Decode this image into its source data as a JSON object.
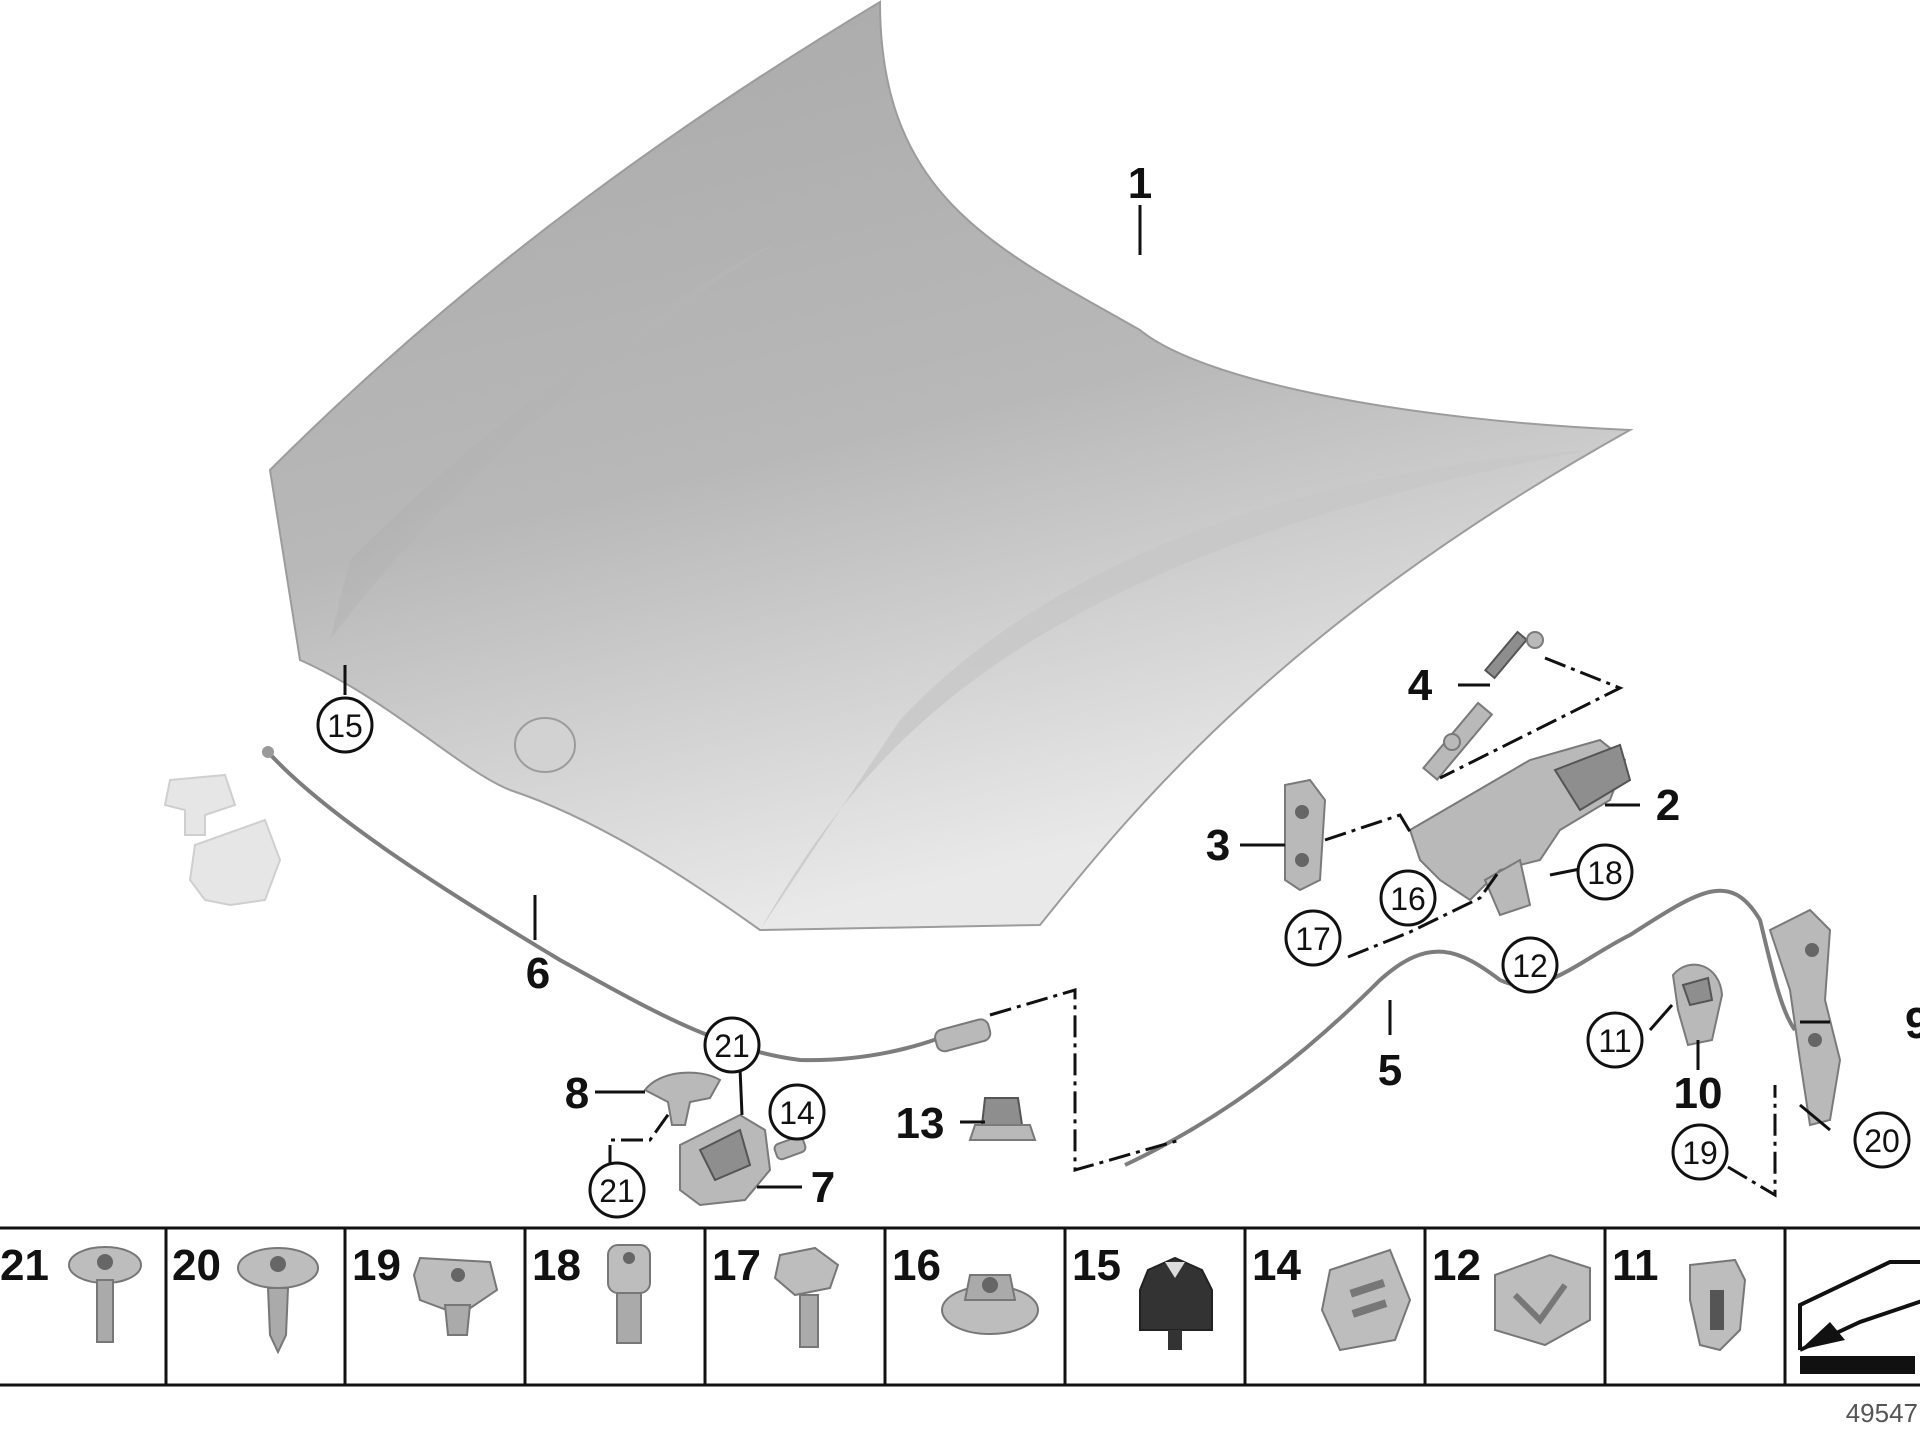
{
  "callouts": {
    "c1": "1",
    "c2": "2",
    "c3": "3",
    "c4": "4",
    "c5": "5",
    "c6": "6",
    "c7": "7",
    "c8": "8",
    "c9": "9",
    "c10": "10",
    "c11": "11",
    "c13": "13",
    "c12": "12",
    "c14": "14",
    "c15": "15",
    "c16": "16",
    "c17": "17",
    "c18": "18",
    "c19": "19",
    "c20": "20",
    "c21a": "21",
    "c21b": "21"
  },
  "legend": [
    "21",
    "20",
    "19",
    "18",
    "17",
    "16",
    "15",
    "14",
    "12",
    "11"
  ],
  "doc_id": "49547"
}
